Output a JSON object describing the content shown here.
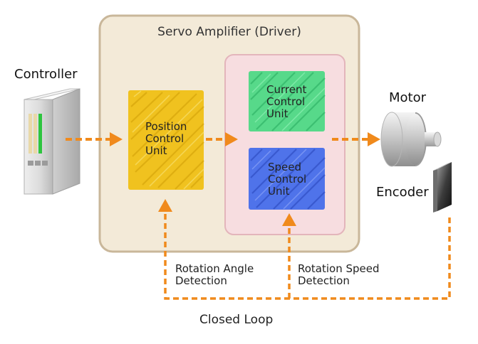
{
  "amplifier": {
    "title": "Servo Amplifier (Driver)"
  },
  "controller": {
    "label": "Controller"
  },
  "position_unit": {
    "label": "Position\nControl\nUnit"
  },
  "current_unit": {
    "label": "Current\nControl\nUnit"
  },
  "speed_unit": {
    "label": "Speed\nControl\nUnit"
  },
  "motor": {
    "label": "Motor"
  },
  "encoder": {
    "label": "Encoder"
  },
  "feedback": {
    "angle_label": "Rotation Angle\nDetection",
    "speed_label": "Rotation Speed\nDetection",
    "loop_label": "Closed Loop"
  },
  "colors": {
    "amplifier_fill": "#f3ead8",
    "amplifier_border": "#c9b79a",
    "inner_fill": "#f7dde0",
    "inner_border": "#e3b5bb",
    "position": "#f0c21f",
    "current": "#57d98a",
    "speed": "#4f73ea",
    "arrow": "#f08a1c"
  }
}
